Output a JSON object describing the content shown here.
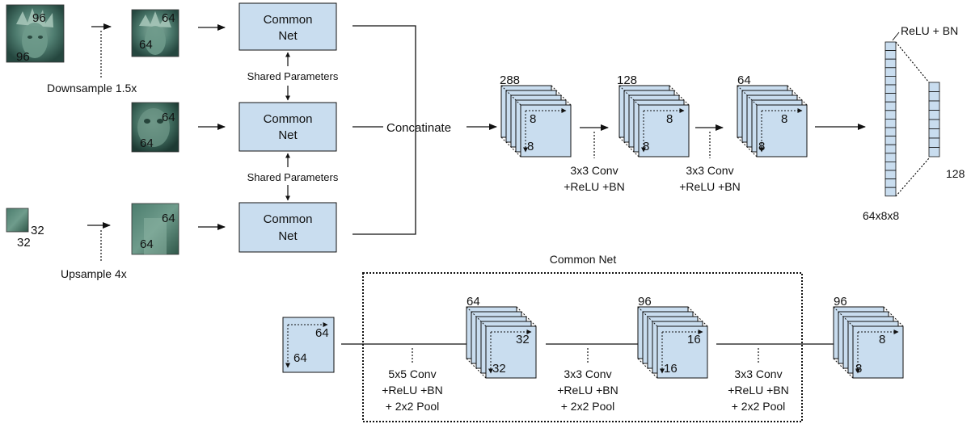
{
  "images": {
    "src96": {
      "d1": "96",
      "d2": "96"
    },
    "ds64": {
      "d1": "64",
      "d2": "64"
    },
    "mid64": {
      "d1": "64",
      "d2": "64"
    },
    "up32": {
      "d1": "32",
      "d2": "32"
    },
    "up64": {
      "d1": "64",
      "d2": "64"
    }
  },
  "captions": {
    "downsample": "Downsample 1.5x",
    "upsample": "Upsample 4x",
    "shared1": "Shared Parameters",
    "shared2": "Shared Parameters",
    "concat": "Concatinate"
  },
  "nets": {
    "net1": [
      "Common",
      "Net"
    ],
    "net2": [
      "Common",
      "Net"
    ],
    "net3": [
      "Common",
      "Net"
    ]
  },
  "top_pipeline": {
    "block1": {
      "depth": "288",
      "w": "8",
      "h": "8"
    },
    "conv1": [
      "3x3 Conv",
      "+ReLU +BN"
    ],
    "block2": {
      "depth": "128",
      "w": "8",
      "h": "8"
    },
    "conv2": [
      "3x3 Conv",
      "+ReLU +BN"
    ],
    "block3": {
      "depth": "64",
      "w": "8",
      "h": "8"
    }
  },
  "fc": {
    "relu_label": "ReLU + BN",
    "units_label": "128",
    "input_label": "64x8x8"
  },
  "common_net": {
    "title": "Common Net",
    "input": {
      "w": "64",
      "h": "64"
    },
    "conv1": [
      "5x5 Conv",
      "+ReLU +BN",
      "+ 2x2 Pool"
    ],
    "block1": {
      "depth": "64",
      "w": "32",
      "h": "32"
    },
    "conv2": [
      "3x3 Conv",
      "+ReLU +BN",
      "+ 2x2 Pool"
    ],
    "block2": {
      "depth": "96",
      "w": "16",
      "h": "16"
    },
    "conv3": [
      "3x3 Conv",
      "+ReLU +BN",
      "+ 2x2 Pool"
    ],
    "block3": {
      "depth": "96",
      "w": "8",
      "h": "8"
    }
  }
}
